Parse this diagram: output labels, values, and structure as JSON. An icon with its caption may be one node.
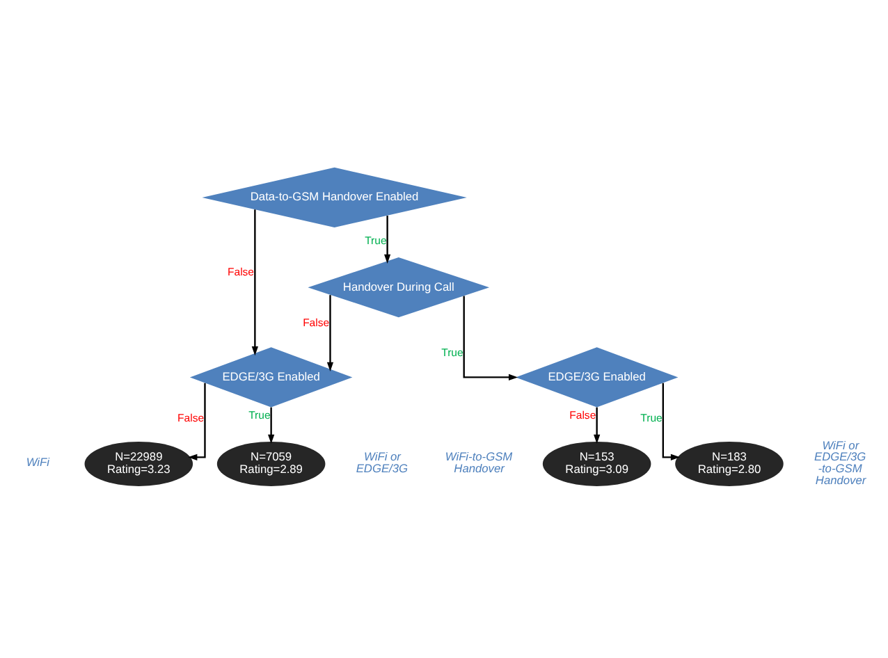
{
  "diagram": {
    "nodes": [
      {
        "text": [
          "Data-to-GSM Handover Enabled"
        ]
      },
      {
        "text": [
          "Handover During Call"
        ]
      },
      {
        "text": [
          "EDGE/3G Enabled"
        ]
      },
      {
        "text": [
          "EDGE/3G Enabled"
        ]
      },
      {
        "text": [
          "N=22989",
          "Rating=3.23"
        ],
        "beside": [
          "WiFi"
        ]
      },
      {
        "text": [
          "N=7059",
          "Rating=2.89"
        ],
        "beside": [
          "WiFi or EDGE/3G"
        ]
      },
      {
        "text": [
          "N=153",
          "Rating=3.09"
        ],
        "beside": [
          "WiFi-to-GSM Handover"
        ]
      },
      {
        "text": [
          "N=183",
          "Rating=2.80"
        ],
        "beside": [
          "WiFi or EDGE/3G -to-GSM Handover"
        ]
      }
    ],
    "edges": [
      {
        "from": 0,
        "to": 2,
        "arrow": "to",
        "label": "False"
      },
      {
        "from": 0,
        "to": 1,
        "arrow": "to",
        "label": "True"
      },
      {
        "from": 1,
        "to": 2,
        "arrow": "to",
        "label": "False"
      },
      {
        "from": 1,
        "to": 3,
        "arrow": "to",
        "label": "True"
      },
      {
        "from": 2,
        "to": 4,
        "arrow": "to",
        "label": "False"
      },
      {
        "from": 2,
        "to": 5,
        "arrow": "to",
        "label": "True"
      },
      {
        "from": 3,
        "to": 6,
        "arrow": "to",
        "label": "False"
      },
      {
        "from": 3,
        "to": 7,
        "arrow": "to",
        "label": "True"
      }
    ]
  }
}
